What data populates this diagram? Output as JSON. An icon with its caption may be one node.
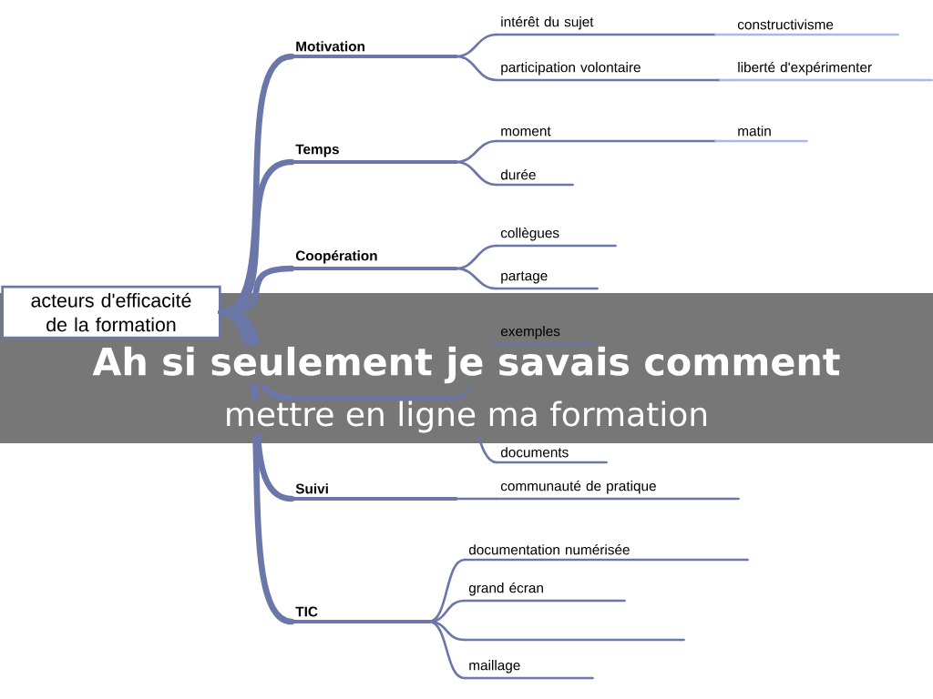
{
  "diagram": {
    "nodes": [
      {
        "text": [
          "acteurs d'efficacité de la formation"
        ]
      },
      {
        "text": [
          "Motivation"
        ]
      },
      {
        "text": [
          "intérêt du sujet"
        ]
      },
      {
        "text": [
          "constructivisme"
        ]
      },
      {
        "text": [
          "participation volontaire"
        ]
      },
      {
        "text": [
          "liberté d'expérimenter"
        ]
      },
      {
        "text": [
          "Temps"
        ]
      },
      {
        "text": [
          "moment"
        ]
      },
      {
        "text": [
          "matin"
        ]
      },
      {
        "text": [
          "durée"
        ]
      },
      {
        "text": [
          "Coopération"
        ]
      },
      {
        "text": [
          "collègues"
        ]
      },
      {
        "text": [
          "partage"
        ]
      },
      {
        "text": [],
        "shape": "bar"
      },
      {
        "text": [
          "exemples"
        ]
      },
      {
        "text": [
          "documents"
        ]
      },
      {
        "text": [
          "Suivi"
        ]
      },
      {
        "text": [
          "communauté de pratique"
        ]
      },
      {
        "text": [
          "TIC"
        ]
      },
      {
        "text": [
          "documentation numérisée"
        ]
      },
      {
        "text": [
          "grand écran"
        ]
      },
      {
        "text": [],
        "shape": "bar"
      },
      {
        "text": [
          "maillage"
        ]
      }
    ],
    "edges": [
      {
        "from": 0,
        "to": 1,
        "arrow": "none",
        "style": "thick"
      },
      {
        "from": 0,
        "to": 6,
        "arrow": "none",
        "style": "thick"
      },
      {
        "from": 0,
        "to": 10,
        "arrow": "none",
        "style": "thick"
      },
      {
        "from": 0,
        "to": 13,
        "arrow": "none",
        "style": "thick"
      },
      {
        "from": 0,
        "to": 16,
        "arrow": "none",
        "style": "thick"
      },
      {
        "from": 0,
        "to": 18,
        "arrow": "none",
        "style": "thick"
      },
      {
        "from": 1,
        "to": 2,
        "arrow": "none"
      },
      {
        "from": 1,
        "to": 4,
        "arrow": "none"
      },
      {
        "from": 2,
        "to": 3,
        "arrow": "none",
        "color": "#aab6ee"
      },
      {
        "from": 4,
        "to": 5,
        "arrow": "none",
        "color": "#aab6ee"
      },
      {
        "from": 6,
        "to": 7,
        "arrow": "none"
      },
      {
        "from": 6,
        "to": 9,
        "arrow": "none"
      },
      {
        "from": 7,
        "to": 8,
        "arrow": "none",
        "color": "#aab6ee"
      },
      {
        "from": 10,
        "to": 11,
        "arrow": "none"
      },
      {
        "from": 10,
        "to": 12,
        "arrow": "none"
      },
      {
        "from": 13,
        "to": 14,
        "arrow": "none"
      },
      {
        "from": 13,
        "to": 15,
        "arrow": "none"
      },
      {
        "from": 16,
        "to": 17,
        "arrow": "none"
      },
      {
        "from": 18,
        "to": 19,
        "arrow": "none"
      },
      {
        "from": 18,
        "to": 20,
        "arrow": "none"
      },
      {
        "from": 18,
        "to": 21,
        "arrow": "none"
      },
      {
        "from": 18,
        "to": 22,
        "arrow": "none"
      }
    ],
    "labels": [
      "Ah si seulement je savais comment",
      "mettre en ligne ma formation"
    ]
  }
}
